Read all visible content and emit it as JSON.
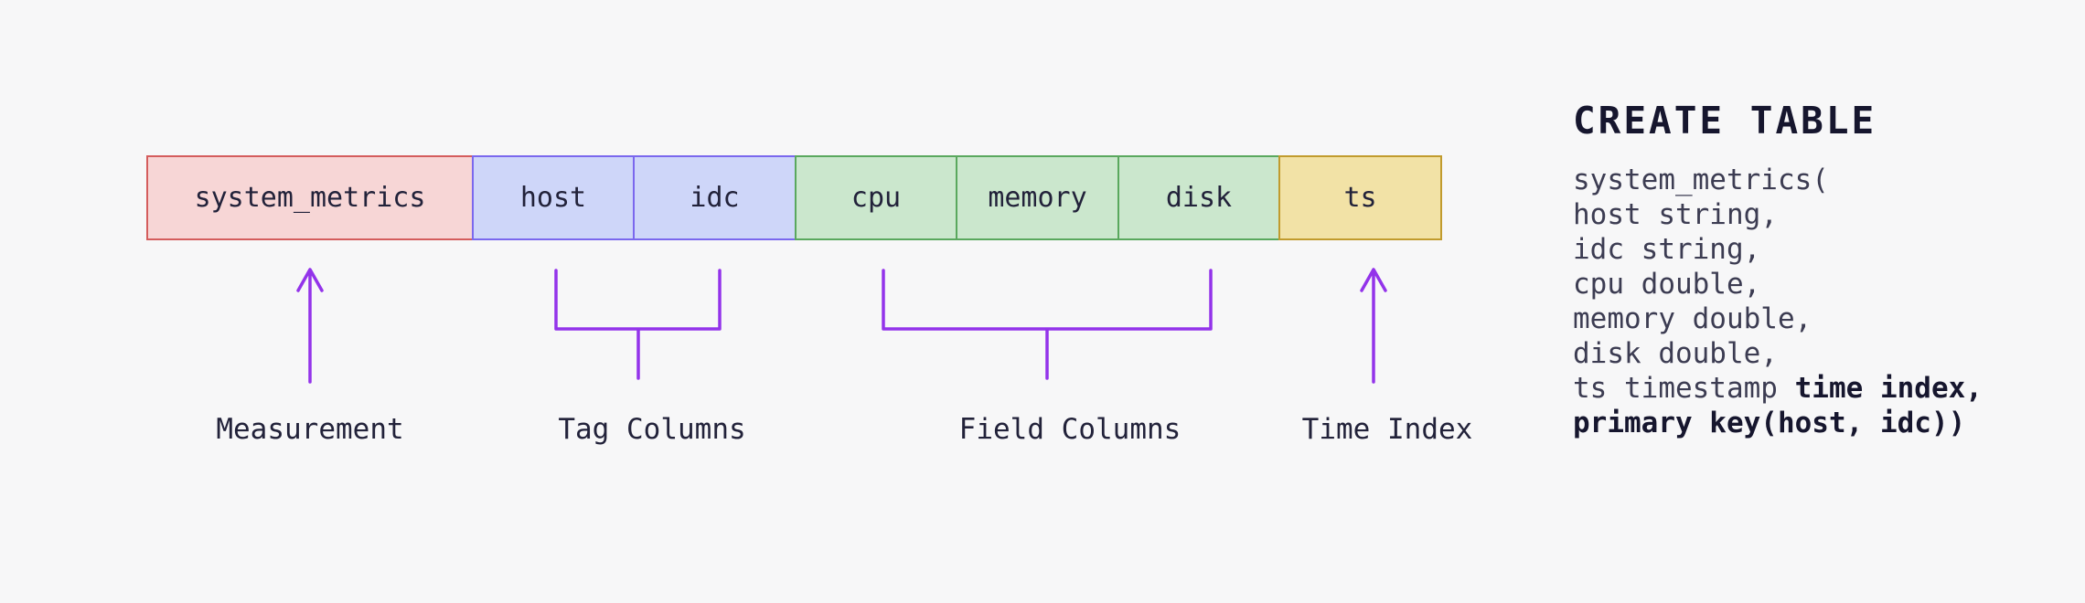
{
  "background": "#f7f7f8",
  "diagram": {
    "cells": [
      {
        "label": "system_metrics",
        "group": "measurement"
      },
      {
        "label": "host",
        "group": "tag"
      },
      {
        "label": "idc",
        "group": "tag"
      },
      {
        "label": "cpu",
        "group": "field"
      },
      {
        "label": "memory",
        "group": "field"
      },
      {
        "label": "disk",
        "group": "field"
      },
      {
        "label": "ts",
        "group": "time"
      }
    ],
    "annotations": [
      {
        "key": "measurement",
        "label": "Measurement",
        "connector": "arrow"
      },
      {
        "key": "tag",
        "label": "Tag Columns",
        "connector": "bracket"
      },
      {
        "key": "field",
        "label": "Field Columns",
        "connector": "bracket"
      },
      {
        "key": "time",
        "label": "Time Index",
        "connector": "arrow"
      }
    ],
    "colors": {
      "bg": "#f7f7f8",
      "text": "#22223a",
      "measurement_fill": "#f7d6d6",
      "measurement_border": "#d45d5d",
      "tag_fill": "#ced6f9",
      "tag_border": "#7b68ee",
      "field_fill": "#cbe7cd",
      "field_border": "#5aa85e",
      "time_fill": "#f2e2a6",
      "time_border": "#c19b2e",
      "connector": "#9333ea",
      "code_text": "#3c3c52",
      "code_title": "#16162e"
    }
  },
  "code": {
    "title": "CREATE TABLE",
    "lines": [
      {
        "segments": [
          {
            "text": "system_metrics(",
            "bold": false
          }
        ]
      },
      {
        "segments": [
          {
            "text": "host string,",
            "bold": false
          }
        ]
      },
      {
        "segments": [
          {
            "text": "idc string,",
            "bold": false
          }
        ]
      },
      {
        "segments": [
          {
            "text": "cpu double,",
            "bold": false
          }
        ]
      },
      {
        "segments": [
          {
            "text": "memory double,",
            "bold": false
          }
        ]
      },
      {
        "segments": [
          {
            "text": "disk double,",
            "bold": false
          }
        ]
      },
      {
        "segments": [
          {
            "text": "ts timestamp ",
            "bold": false
          },
          {
            "text": "time index,",
            "bold": true
          }
        ]
      },
      {
        "segments": [
          {
            "text": "primary key(host, idc))",
            "bold": true
          }
        ]
      }
    ]
  }
}
